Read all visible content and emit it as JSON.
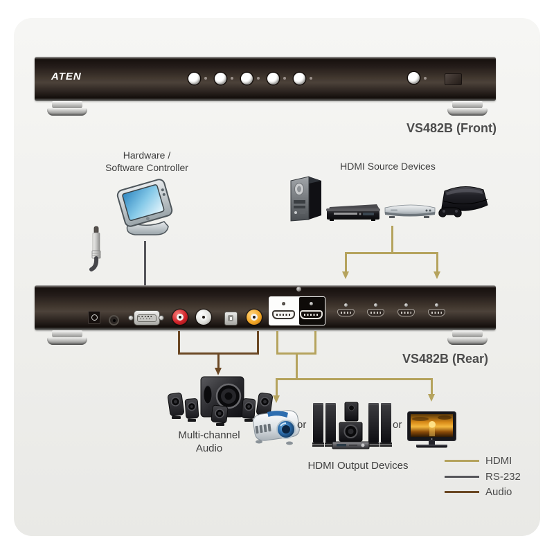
{
  "front_panel": {
    "brand": "ATEN",
    "caption": "VS482B (Front)"
  },
  "rear_panel": {
    "caption": "VS482B (Rear)"
  },
  "controller": {
    "caption_line1": "Hardware /",
    "caption_line2": "Software Controller"
  },
  "source_devices": {
    "caption": "HDMI Source Devices"
  },
  "audio_output": {
    "caption_line1": "Multi-channel",
    "caption_line2": "Audio"
  },
  "hdmi_output_devices": {
    "caption": "HDMI Output Devices",
    "or_first": "or",
    "or_second": "or"
  },
  "legend": {
    "items": [
      {
        "label": "HDMI",
        "color": "#b5a35d"
      },
      {
        "label": "RS-232",
        "color": "#55555a"
      },
      {
        "label": "Audio",
        "color": "#6b4824"
      }
    ]
  }
}
